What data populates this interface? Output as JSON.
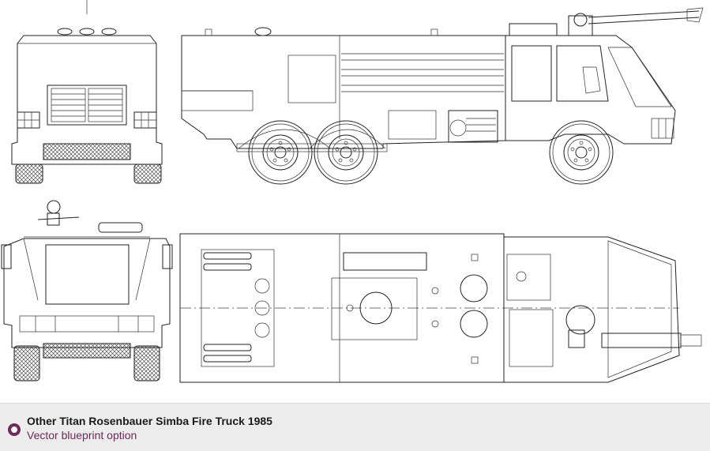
{
  "drawing": {
    "views": [
      "front-view",
      "side-view",
      "rear-view",
      "top-view"
    ]
  },
  "caption": {
    "title": "Other Titan Rosenbauer Simba Fire Truck 1985",
    "subtitle": "Vector blueprint option",
    "icon": "radio-dot-icon",
    "accent_color": "#6e2a5a",
    "background_color": "#ececec"
  }
}
